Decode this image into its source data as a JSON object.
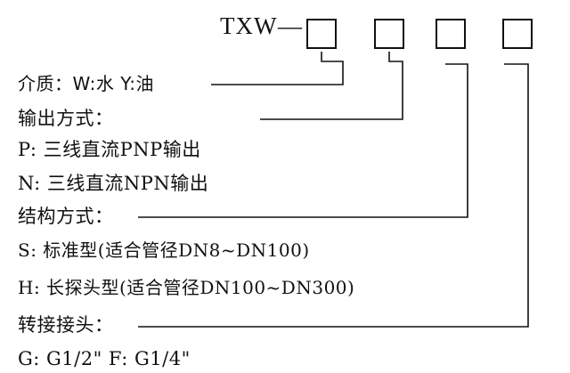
{
  "model_code": {
    "prefix": "TXW",
    "separator": "—"
  },
  "code_boxes": [
    "",
    "",
    "",
    ""
  ],
  "options": {
    "medium": {
      "label": "介质：W:水 Y:油"
    },
    "output": {
      "label": "输出方式：",
      "items": [
        "P:  三线直流PNP输出",
        "N:  三线直流NPN输出"
      ]
    },
    "structure": {
      "label": "结构方式：",
      "items": [
        "S:  标准型(适合管径DN8~DN100)",
        "H:  长探头型(适合管径DN100~DN300)"
      ]
    },
    "connector": {
      "label": "转接接头：",
      "items": [
        "G: G1/2\"  F: G1/4\""
      ]
    }
  },
  "colors": {
    "ink": "#111111",
    "background": "#ffffff"
  }
}
